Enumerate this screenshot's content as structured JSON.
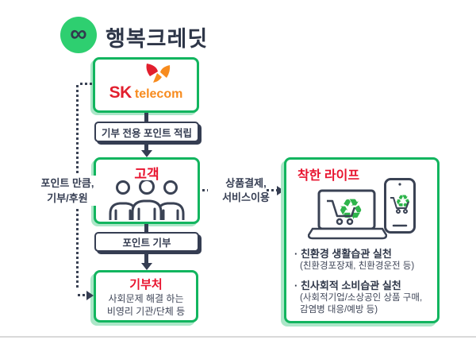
{
  "colors": {
    "accent_green": "#12b55f",
    "accent_green_light": "#abe7c8",
    "circle_green": "#2ecf70",
    "navy": "#353d52",
    "red": "#e8132e",
    "sk_red": "#e21f2e",
    "sk_orange": "#f78b1e",
    "recycle_green": "#2eb44b"
  },
  "header": {
    "brand": "행복크레딧"
  },
  "icons": {
    "infinity_glyph": "∞",
    "recycle_glyph": "♻"
  },
  "flow": {
    "sk": {
      "sk": "SK",
      "telecom": "telecom"
    },
    "accrue_label": "기부 전용 포인트 적립",
    "customer": {
      "title": "고객"
    },
    "donate_label": "포인트 기부",
    "donee": {
      "title": "기부처",
      "line1": "사회문제 해결 하는",
      "line2": "비영리 기관/단체 등"
    },
    "left_note": {
      "line1": "포인트 만큼,",
      "line2": "기부/후원"
    },
    "mid_note": {
      "line1": "상품결제,",
      "line2": "서비스이용"
    }
  },
  "good_life": {
    "title": "착한 라이프",
    "items": [
      {
        "title": "· 친환경 생활습관 실천",
        "desc1": "(친환경포장재, 친환경운전 등)"
      },
      {
        "title": "· 친사회적 소비습관 실천",
        "desc1": "(사회적기업/소상공인 상품 구매,",
        "desc2": "감염병 대응/예방 등)"
      }
    ]
  }
}
